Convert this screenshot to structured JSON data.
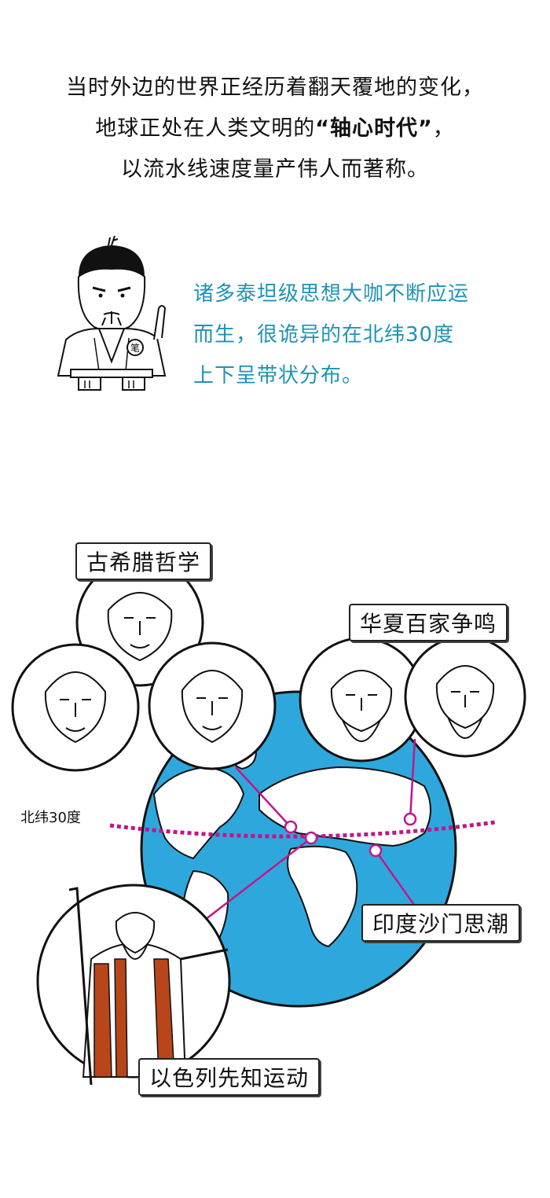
{
  "intro": {
    "line1": "当时外边的世界正经历着翻天覆地的变化，",
    "line2_pre": "地球正处在人类文明的",
    "line2_bold": "“轴心时代”",
    "line2_post": "，",
    "line3": "以流水线速度量产伟人而著称。"
  },
  "mascot": {
    "badge": "笔"
  },
  "speech": {
    "line1": "诸多泰坦级思想大咖不断应运",
    "line2": "而生，很诡异的在北纬30度",
    "line3": "上下呈带状分布。"
  },
  "map": {
    "latitude_label": "北纬30度",
    "labels": {
      "greek": "古希腊哲学",
      "china": "华夏百家争鸣",
      "india": "印度沙门思潮",
      "israel": "以色列先知运动"
    },
    "colors": {
      "ocean": "#2ea8dc",
      "land": "#ffffff",
      "line": "#c0168a"
    }
  }
}
